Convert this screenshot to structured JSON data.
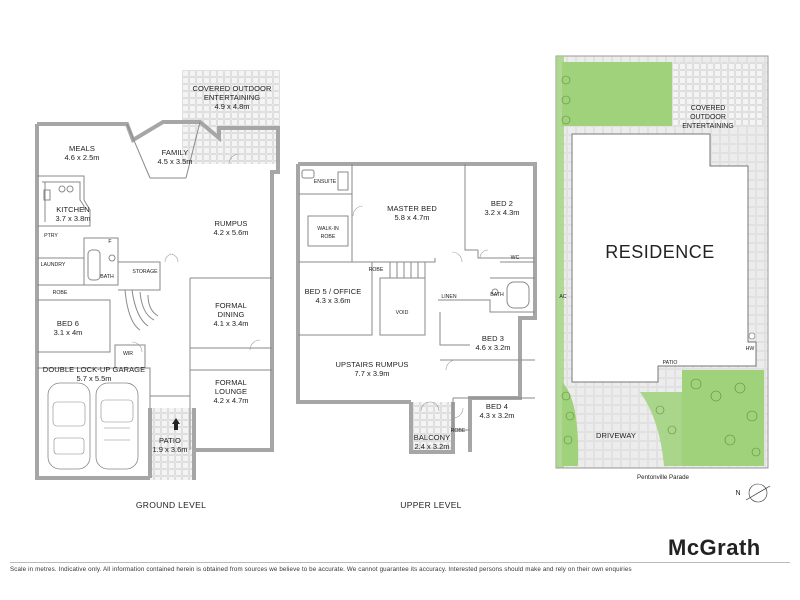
{
  "ground": {
    "caption": "GROUND LEVEL",
    "covered_outdoor": {
      "name1": "COVERED OUTDOOR",
      "name2": "ENTERTAINING",
      "dim": "4.9 x 4.8m"
    },
    "meals": {
      "name": "MEALS",
      "dim": "4.6 x 2.5m"
    },
    "family": {
      "name": "FAMILY",
      "dim": "4.5 x 3.5m"
    },
    "kitchen": {
      "name": "KITCHEN",
      "dim": "3.7 x 3.8m"
    },
    "rumpus": {
      "name": "RUMPUS",
      "dim": "4.2 x 5.6m"
    },
    "pantry": "PTRY",
    "fridge": "F",
    "laundry": "LAUNDRY",
    "bath": "BATH",
    "storage": "STORAGE",
    "robe": "ROBE",
    "wir": "WIR",
    "formal_dining": {
      "name1": "FORMAL",
      "name2": "DINING",
      "dim": "4.1 x 3.4m"
    },
    "bed6": {
      "name": "BED 6",
      "dim": "3.1 x 4m"
    },
    "garage": {
      "name": "DOUBLE LOCK-UP GARAGE",
      "dim": "5.7 x 5.5m"
    },
    "formal_lounge": {
      "name1": "FORMAL",
      "name2": "LOUNGE",
      "dim": "4.2 x 4.7m"
    },
    "patio": {
      "name": "PATIO",
      "dim": "1.9 x 3.6m"
    }
  },
  "upper": {
    "caption": "UPPER LEVEL",
    "ensuite": "ENSUITE",
    "master": {
      "name": "MASTER BED",
      "dim": "5.8 x 4.7m"
    },
    "walkin": {
      "name1": "WALK-IN",
      "name2": "ROBE"
    },
    "bed2": {
      "name": "BED 2",
      "dim": "3.2 x 4.3m"
    },
    "wc": "WC",
    "bed5": {
      "name": "BED 5 / OFFICE",
      "dim": "4.3 x 3.6m"
    },
    "robe": "ROBE",
    "void": "VOID",
    "linen": "LINEN",
    "bath": "BATH",
    "bed3": {
      "name": "BED 3",
      "dim": "4.6 x 3.2m"
    },
    "rumpus": {
      "name": "UPSTAIRS RUMPUS",
      "dim": "7.7 x 3.9m"
    },
    "bed4": {
      "name": "BED 4",
      "dim": "4.3 x 3.2m"
    },
    "balcony": {
      "name": "BALCONY",
      "dim": "2.4 x 3.2m"
    }
  },
  "site": {
    "covered_outdoor": {
      "name1": "COVERED",
      "name2": "OUTDOOR",
      "name3": "ENTERTAINING"
    },
    "residence": "RESIDENCE",
    "ac": "AC",
    "hw": "HW",
    "patio": "PATIO",
    "driveway": "DRIVEWAY",
    "street": "Pentonville Parade",
    "north": "N"
  },
  "brand": "McGrath",
  "disclaimer": "Scale in metres. Indicative only. All information contained herein is obtained from sources we believe to be accurate. We cannot guarantee its accuracy. Interested persons should make and rely on their own enquiries",
  "colors": {
    "lawn": "#9fd27a",
    "paving": "#e9e9e9",
    "wall": "#a6a6a6"
  }
}
